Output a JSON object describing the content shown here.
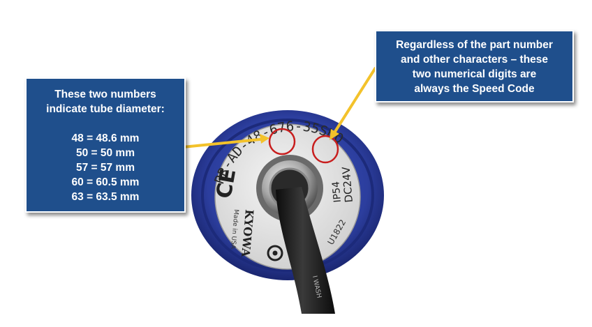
{
  "callouts": {
    "diameter": {
      "intro_line1": "These two numbers",
      "intro_line2": "indicate tube diameter:",
      "rows": [
        "48 = 48.6 mm",
        "50 = 50 mm",
        "57 = 57 mm",
        "60 = 60.5 mm",
        "63 = 63.5 mm"
      ]
    },
    "speed_code": {
      "line1": "Regardless of the part number",
      "line2": "and other characters – these",
      "line3": "two numerical digits are",
      "line4": "always the Speed Code"
    }
  },
  "label": {
    "part_number_prefix": "PR-AD-",
    "diameter_digits": "48",
    "middle": "-676-",
    "speed_digits": "35",
    "suffix": "SHQ",
    "ce_mark": "CE",
    "brand": "KYOWA",
    "origin": "Made in USA",
    "voltage": "DC24V",
    "ip_rating": "IP54",
    "serial": "U1822",
    "cable_text": "I WASH"
  },
  "colors": {
    "callout_fill": "#1f4f8c",
    "arrow": "#f3c22b",
    "highlight_circle": "#c81e1e",
    "roller_blue": "#2c3e9e"
  }
}
